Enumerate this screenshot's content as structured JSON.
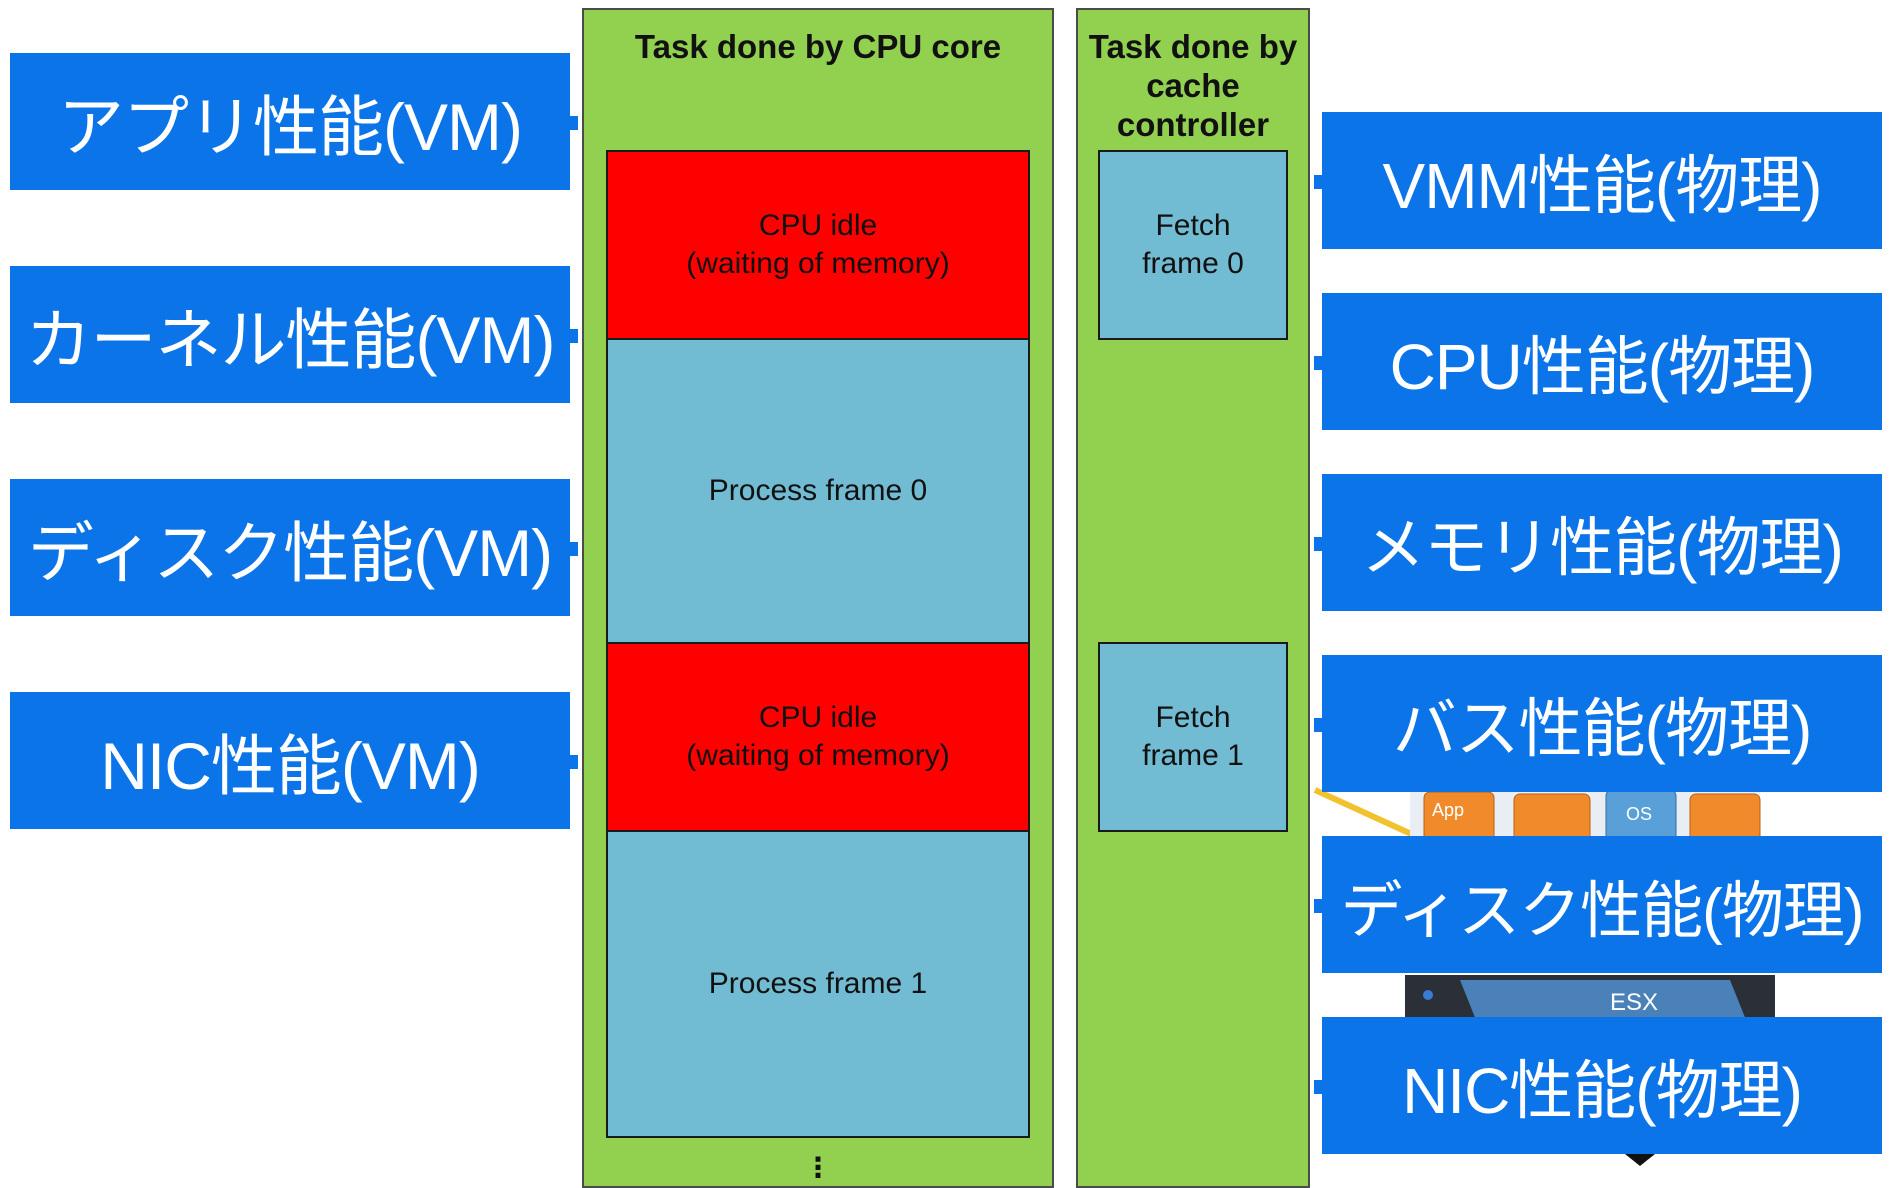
{
  "left_labels": [
    "アプリ性能(VM)",
    "カーネル性能(VM)",
    "ディスク性能(VM)",
    "NIC性能(VM)"
  ],
  "right_labels": [
    "VMM性能(物理)",
    "CPU性能(物理)",
    "メモリ性能(物理)",
    "バス性能(物理)",
    "ディスク性能(物理)",
    "NIC性能(物理)"
  ],
  "cpu_panel": {
    "title": "Task done by CPU core",
    "blocks": [
      {
        "kind": "idle",
        "text": "CPU idle\n(waiting of memory)"
      },
      {
        "kind": "process",
        "text": "Process frame 0"
      },
      {
        "kind": "idle",
        "text": "CPU idle\n(waiting of memory)"
      },
      {
        "kind": "process",
        "text": "Process frame 1"
      }
    ],
    "continuation": "⋮"
  },
  "cache_panel": {
    "title": "Task done by\ncache\ncontroller",
    "blocks": [
      {
        "kind": "fetch",
        "text": "Fetch\nframe 0"
      },
      {
        "kind": "fetch",
        "text": "Fetch\nframe 1"
      }
    ]
  },
  "background_art": {
    "tile_labels": [
      "App",
      "OS",
      "ESX"
    ]
  },
  "colors": {
    "label_blue": "#0b74e8",
    "panel_green": "#92d050",
    "idle_red": "#ff0000",
    "process_blue": "#72bcd3"
  }
}
